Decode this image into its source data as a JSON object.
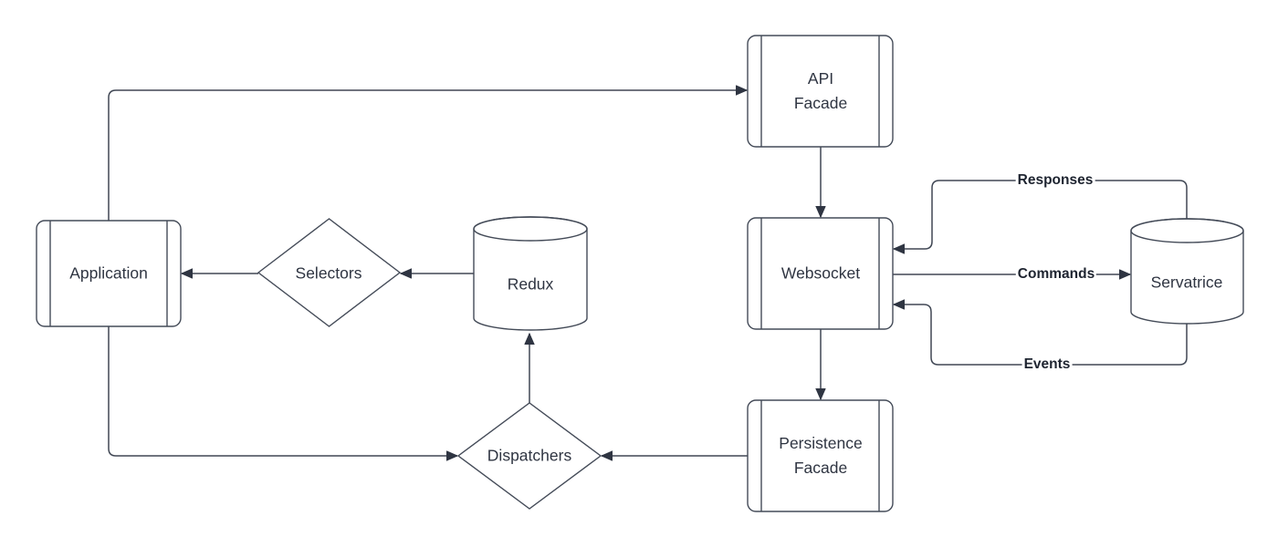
{
  "diagram": {
    "background_color": "#ffffff",
    "stroke_color": "#444b58",
    "node_label_color": "#2f3542",
    "edge_label_color": "#1e2430",
    "nodes": {
      "application": {
        "label": "Application",
        "shape": "process"
      },
      "selectors": {
        "label": "Selectors",
        "shape": "diamond"
      },
      "redux": {
        "label": "Redux",
        "shape": "cylinder"
      },
      "api_facade": {
        "label": "API\nFacade",
        "shape": "process"
      },
      "websocket": {
        "label": "Websocket",
        "shape": "process"
      },
      "servatrice": {
        "label": "Servatrice",
        "shape": "cylinder"
      },
      "persistence_facade": {
        "label": "Persistence\nFacade",
        "shape": "process"
      },
      "dispatchers": {
        "label": "Dispatchers",
        "shape": "diamond"
      }
    },
    "edge_labels": {
      "responses": "Responses",
      "commands": "Commands",
      "events": "Events"
    }
  }
}
